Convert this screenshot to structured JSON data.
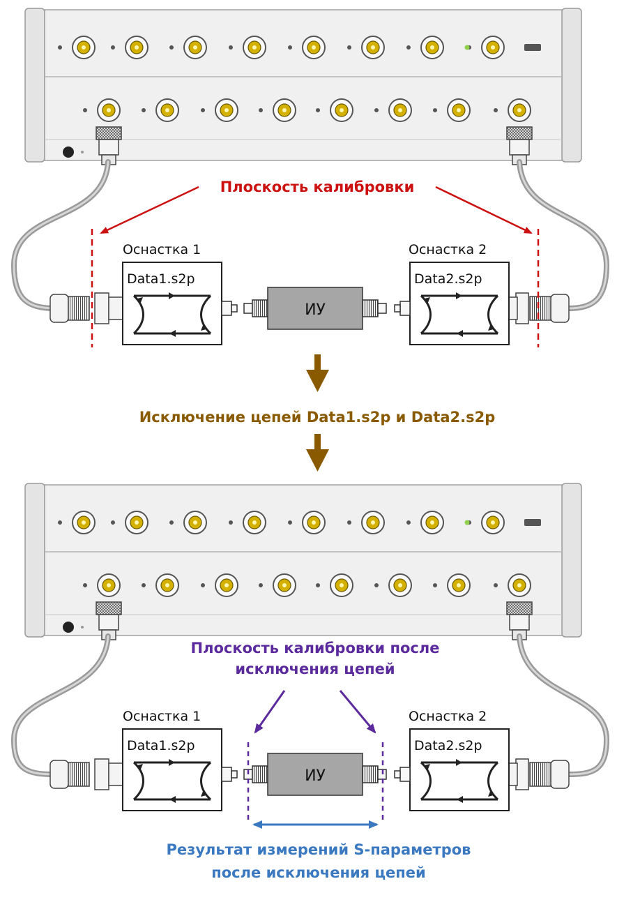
{
  "colors": {
    "calibration_plane": "#cc1111",
    "exclusion_step": "#8a5a00",
    "new_plane": "#5b2a9c",
    "result": "#3a78c0",
    "port_ring": "#d4b000",
    "dut_fill": "#a6a6a6",
    "panel_fill": "#f0f0f0",
    "cable": "#b0b0b0"
  },
  "top": {
    "calibration_plane_label": "Плоскость калибровки",
    "fixture1": {
      "name": "Оснастка 1",
      "file": "Data1.s2p"
    },
    "fixture2": {
      "name": "Оснастка 2",
      "file": "Data2.s2p"
    },
    "dut": "ИУ"
  },
  "step_label": "Исключение цепей Data1.s2p и Data2.s2p",
  "bottom": {
    "new_plane_label_line1": "Плоскость калибровки после",
    "new_plane_label_line2": "исключения цепей",
    "fixture1": {
      "name": "Оснастка 1",
      "file": "Data1.s2p"
    },
    "fixture2": {
      "name": "Оснастка 2",
      "file": "Data2.s2p"
    },
    "dut": "ИУ",
    "result_label_line1": "Результат измерений S-параметров",
    "result_label_line2": "после исключения цепей"
  }
}
